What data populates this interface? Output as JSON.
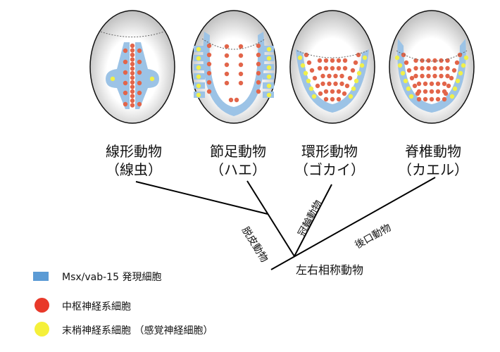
{
  "taxa": [
    {
      "name": "線形動物",
      "example": "（線虫）"
    },
    {
      "name": "節足動物",
      "example": "（ハエ）"
    },
    {
      "name": "環形動物",
      "example": "（ゴカイ）"
    },
    {
      "name": "脊椎動物",
      "example": "（カエル）"
    }
  ],
  "clades": {
    "ecdysozoa": "脱皮動物",
    "lophotrochozoa": "冠輪動物",
    "deuterostomia": "後口動物",
    "bilateria": "左右相称動物"
  },
  "legend": [
    {
      "label": "Msx/vab-15 発現細胞",
      "color": "#5b9bd5"
    },
    {
      "label": "中枢神経系細胞",
      "color": "#e8392a"
    },
    {
      "label": "末梢神経系細胞 （感覚神経細胞）",
      "color": "#f5f03a"
    }
  ],
  "colors": {
    "blue": "#9cc3e6",
    "red": "#e2654a",
    "yellow": "#f0f04a"
  }
}
